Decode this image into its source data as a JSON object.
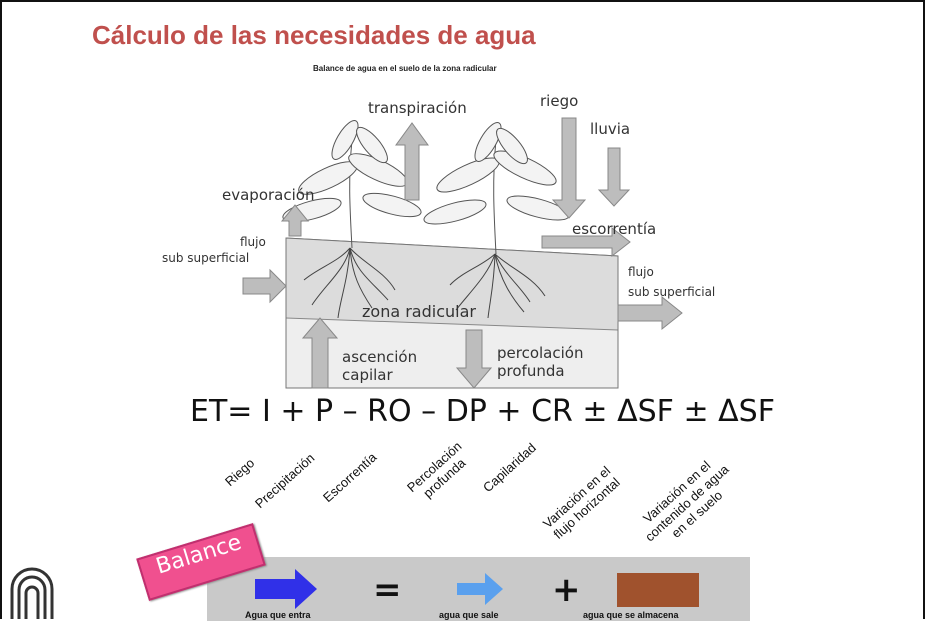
{
  "slide": {
    "title": "Cálculo de las necesidades de agua",
    "subtitle": "Balance de agua en el suelo de la zona radicular"
  },
  "diagram_labels": {
    "transpiracion": "transpiración",
    "riego": "riego",
    "lluvia": "lluvia",
    "evaporacion": "evaporación",
    "escorrentia": "escorrentía",
    "flujo_in_1": "flujo",
    "flujo_in_2": "sub superficial",
    "flujo_out_1": "flujo",
    "flujo_out_2": "sub superficial",
    "zona": "zona radicular",
    "ascencion_1": "ascención",
    "ascencion_2": "capilar",
    "percolacion_1": "percolación",
    "percolacion_2": "profunda"
  },
  "equation": "ET= I + P – RO – DP + CR ± ΔSF ± ΔSF",
  "terms": {
    "riego": "Riego",
    "precipitacion": "Precipitación",
    "escorrentia": "Escorrentía",
    "percolacion_1": "Percolación",
    "percolacion_2": "profunda",
    "capilaridad": "Capilaridad",
    "var_h_1": "Variación en el",
    "var_h_2": "flujo horizontal",
    "var_c_1": "Variación en el",
    "var_c_2": "contenido de agua",
    "var_c_3": "en el suelo"
  },
  "balance": {
    "badge": "Balance",
    "equals": "=",
    "plus": "+",
    "entra": "Agua que entra",
    "sale": "agua que sale",
    "almacena": "agua que se almacena",
    "colors": {
      "entra": "#3030e8",
      "sale": "#5aa0ee",
      "almacena": "#a0522d"
    }
  }
}
